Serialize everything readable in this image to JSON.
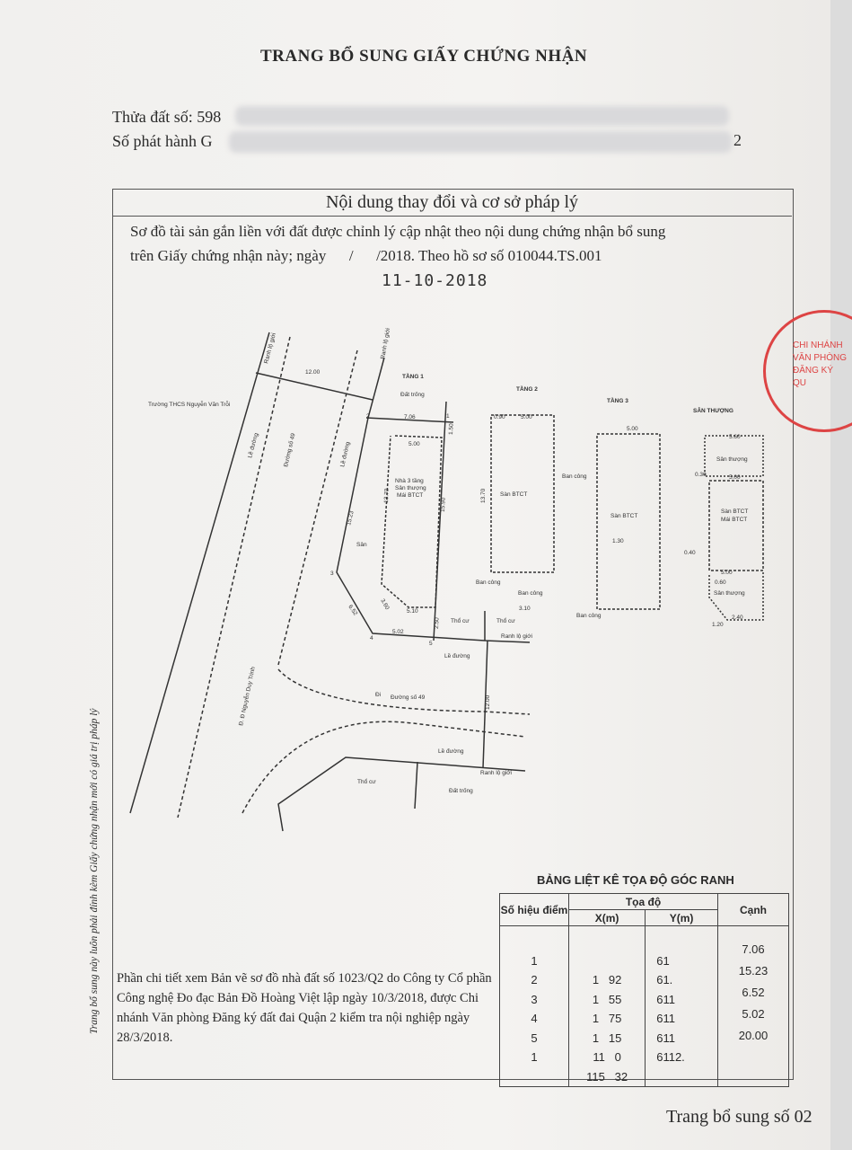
{
  "header": {
    "title": "TRANG BỔ SUNG GIẤY CHỨNG NHẬN"
  },
  "parcel": {
    "thua_dat": "Thửa đất số: 598",
    "so_phat_hanh": "Số phát hành G",
    "trailing_mark": "2"
  },
  "section": {
    "heading": "Nội dung thay đổi và cơ sở pháp lý",
    "line1": "Sơ đồ tài sản gắn liền với đất được chỉnh lý cập nhật theo nội dung chứng nhận bổ sung",
    "line2": "trên Giấy chứng nhận này; ngày      /      /2018. Theo hồ sơ số 010044.TS.001",
    "handwritten_date": "11-10-2018"
  },
  "diagram": {
    "floors": [
      "TẦNG 1",
      "TẦNG 2",
      "TẦNG 3",
      "SÂN THƯỢNG"
    ],
    "labels": {
      "ranh_lo_gioi": "Ranh lộ giới",
      "dat_trong": "Đất trống",
      "le_duong": "Lề đường",
      "duong_49_v": "Đường số 49",
      "school": "Trường THCS Nguyễn Văn Trỗi",
      "house": "Nhà 3 tầng",
      "house2": "Sân thượng",
      "house3": "Mái BTCT",
      "san": "Sân",
      "tho_cu": "Thổ cư",
      "duong_49": "Đường số 49",
      "nguyen_duy_trinh": "Đ. Đ Nguyễn Duy Trinh",
      "san_btct": "Sàn BTCT",
      "ban_cong": "Ban công",
      "san_thuong": "Sân thượng",
      "mai_btct": "Mái BTCT",
      "di": "Đi"
    },
    "dims": {
      "d12a": "12.00",
      "d706": "7.06",
      "d500": "5.00",
      "d1523": "15.23",
      "d1370": "13.70",
      "d1590": "15.90",
      "d652": "6.52",
      "d502": "5.02",
      "d250": "2.50",
      "d510": "5.10",
      "d360": "3.60",
      "d150": "1.50",
      "d1200": "12.00",
      "d090": "0.90",
      "d310": "3.10",
      "d130": "1.30",
      "d560": "5.60",
      "d240": "2.40",
      "d120": "1.20",
      "d030": "0.30",
      "d040": "0.40",
      "d060": "0.60"
    },
    "points": [
      "1",
      "2",
      "3",
      "4",
      "5"
    ]
  },
  "table": {
    "title": "BẢNG LIỆT KÊ TỌA ĐỘ GÓC RANH",
    "headers": {
      "point": "Số hiệu điểm",
      "coord": "Tọa độ",
      "x": "X(m)",
      "y": "Y(m)",
      "edge": "Cạnh"
    },
    "rows": [
      {
        "p": "1",
        "x": "1   92",
        "y": "61"
      },
      {
        "p": "2",
        "x": "1   55",
        "y": "61."
      },
      {
        "p": "3",
        "x": "1   75",
        "y": "611"
      },
      {
        "p": "4",
        "x": "1   15",
        "y": "611"
      },
      {
        "p": "5",
        "x": "11   0",
        "y": "611"
      },
      {
        "p": "1",
        "x": "115   32",
        "y": "6112."
      }
    ],
    "edges": [
      "7.06",
      "15.23",
      "6.52",
      "5.02",
      "20.00"
    ]
  },
  "note": "Phần chi tiết xem Bản vẽ sơ đồ nhà đất số 1023/Q2 do Công ty Cổ phần Công nghệ Đo đạc Bản Đồ Hoàng Việt lập ngày 10/3/2018, được Chi nhánh Văn phòng Đăng ký đất đai Quận 2 kiểm tra nội nghiệp ngày 28/3/2018.",
  "side_note": "Trang bổ sung này luôn phải đính kèm Giấy chứng nhận mới có giá trị pháp lý",
  "footer": "Trang bổ sung số 02",
  "stamp": {
    "text": "CHI NHÁNH VĂN PHÒNG ĐĂNG KÝ QU",
    "color": "#d44444"
  }
}
